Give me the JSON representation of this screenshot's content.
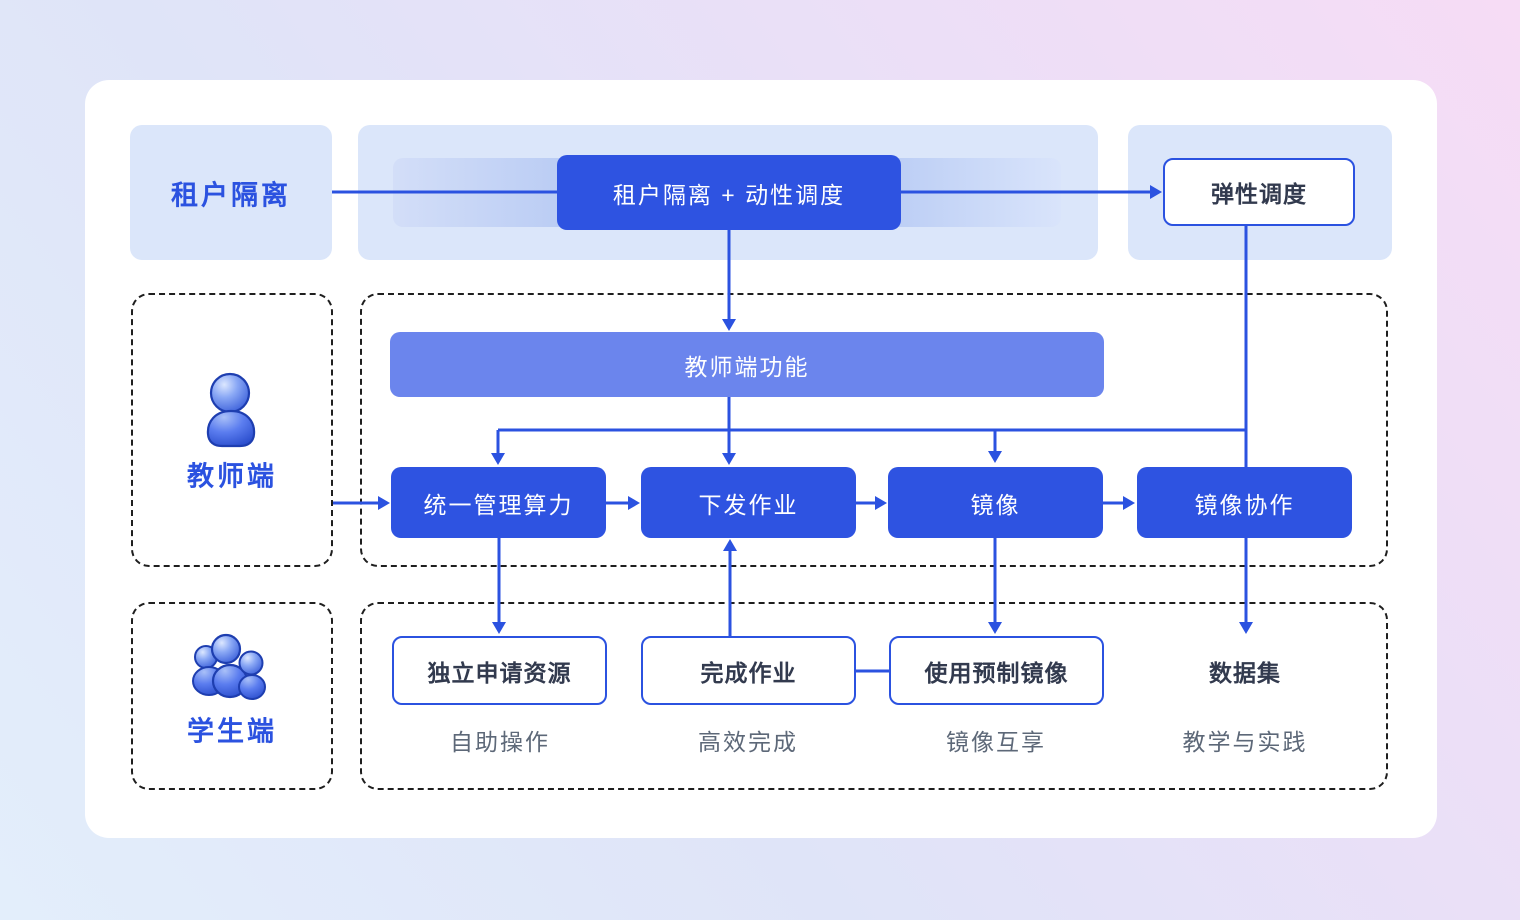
{
  "colors": {
    "accent_blue": "#2b52e0",
    "node_blue": "#2e53e1",
    "function_bar_blue": "#6b85ed",
    "panel_light_blue": "#dbe6fa",
    "text_dark": "#323a4e",
    "text_gray": "#5d6878",
    "dashed_border": "#1f1f1f"
  },
  "top_row": {
    "tenant_label": "租户隔离",
    "scheduling_node": "租户隔离 + 动性调度",
    "elastic_node": "弹性调度"
  },
  "teacher_row": {
    "side_label": "教师端",
    "icon": "person-icon",
    "function_bar": "教师端功能",
    "nodes": [
      "统一管理算力",
      "下发作业",
      "镜像",
      "镜像协作"
    ]
  },
  "student_row": {
    "side_label": "学生端",
    "icon": "people-group-icon",
    "nodes": [
      "独立申请资源",
      "完成作业",
      "使用预制镜像"
    ],
    "dataset_label": "数据集",
    "captions": [
      "自助操作",
      "高效完成",
      "镜像互享",
      "教学与实践"
    ]
  }
}
